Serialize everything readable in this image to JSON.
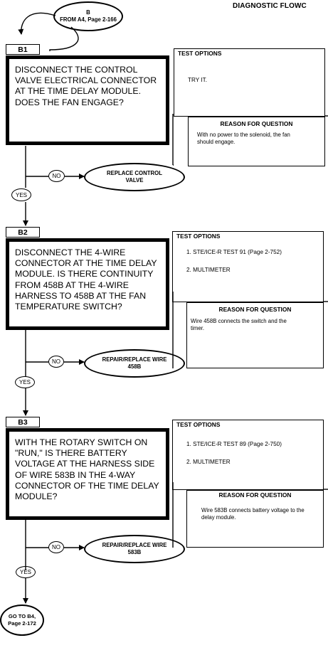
{
  "header": {
    "title": "DIAGNOSTIC FLOWC"
  },
  "start": {
    "line1": "B",
    "line2": "FROM A4, Page 2-166"
  },
  "steps": [
    {
      "label": "B1",
      "question": "DISCONNECT THE CONTROL VALVE ELECTRICAL CONNECTOR AT THE TIME DELAY MODULE.  DOES THE FAN ENGAGE?",
      "test_title": "TEST OPTIONS",
      "test_options": [
        "TRY IT."
      ],
      "reason_title": "REASON FOR QUESTION",
      "reason": "With no power to the solenoid, the fan should engage.",
      "no_label": "NO",
      "yes_label": "YES",
      "action": "REPLACE CONTROL VALVE"
    },
    {
      "label": "B2",
      "question": "DISCONNECT THE 4-WIRE CONNECTOR AT THE TIME DELAY MODULE.  IS THERE CONTINUITY FROM 458B AT THE 4-WIRE HARNESS TO 458B AT THE FAN TEMPERATURE SWITCH?",
      "test_title": "TEST OPTIONS",
      "test_options": [
        "1. STE/ICE-R TEST 91 (Page 2-752)",
        "2. MULTIMETER"
      ],
      "reason_title": "REASON FOR QUESTION",
      "reason": "Wire 458B connects the switch and the timer.",
      "no_label": "NO",
      "yes_label": "YES",
      "action": "REPAIR/REPLACE WIRE 458B"
    },
    {
      "label": "B3",
      "question": "WITH THE ROTARY SWITCH ON \"RUN,\" IS THERE BATTERY VOLTAGE AT THE HARNESS SIDE OF WIRE 583B IN THE 4-WAY CONNECTOR OF THE TIME DELAY MODULE?",
      "test_title": "TEST OPTIONS",
      "test_options": [
        "1. STE/ICE-R TEST 89 (Page 2-750)",
        "2. MULTIMETER"
      ],
      "reason_title": "REASON FOR QUESTION",
      "reason": "Wire 583B connects battery voltage to the delay module.",
      "no_label": "NO",
      "yes_label": "YES",
      "action": "REPAIR/REPLACE WIRE 583B"
    }
  ],
  "end": {
    "line1": "GO TO B4,",
    "line2": "Page 2-172"
  }
}
